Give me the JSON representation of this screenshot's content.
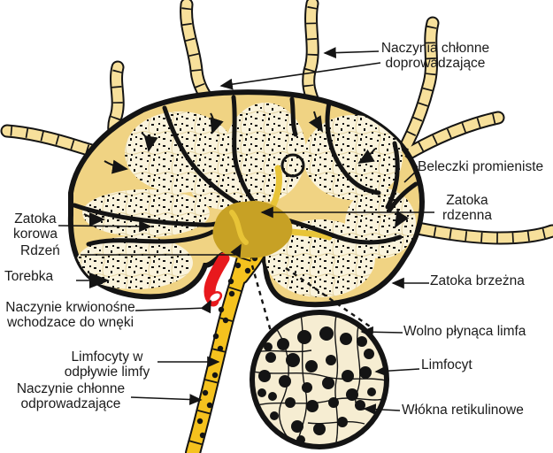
{
  "labels": {
    "afferent_vessels": {
      "line1": "Naczynia chłonne",
      "line2": "doprowadzające"
    },
    "radiate_trabeculae": "Beleczki promieniste",
    "medullary_sinus": {
      "line1": "Zatoka",
      "line2": "rdzenna"
    },
    "marginal_sinus": "Zatoka brzeżna",
    "cortical_sinus": {
      "line1": "Zatoka",
      "line2": "korowa"
    },
    "medulla": "Rdzeń",
    "capsule": "Torebka",
    "blood_vessel_hilum": {
      "line1": "Naczynie krwionośne",
      "line2": "wchodzace do wnęki"
    },
    "lymphocytes_outflow": {
      "line1": "Limfocyty w",
      "line2": "odpływie limfy"
    },
    "efferent_vessel": {
      "line1": "Naczynie chłonne",
      "line2": "odprowadzające"
    },
    "slow_lymph": "Wolno płynąca limfa",
    "lymphocyte": "Limfocyt",
    "reticular_fibers": "Włókna retikulinowe"
  },
  "colors": {
    "ink": "#141414",
    "vessel_yellow": "#F7E09B",
    "capsule_tan": "#F0D383",
    "lobule_cream": "#FAF3DC",
    "reticle_tan": "#E4D5A4",
    "hilum_gold": "#C7A125",
    "sinus_gold": "#E8C437",
    "efferent_gold": "#F5C21E",
    "blood_red": "#E8191D",
    "inset_cream": "#F6EDD2"
  }
}
